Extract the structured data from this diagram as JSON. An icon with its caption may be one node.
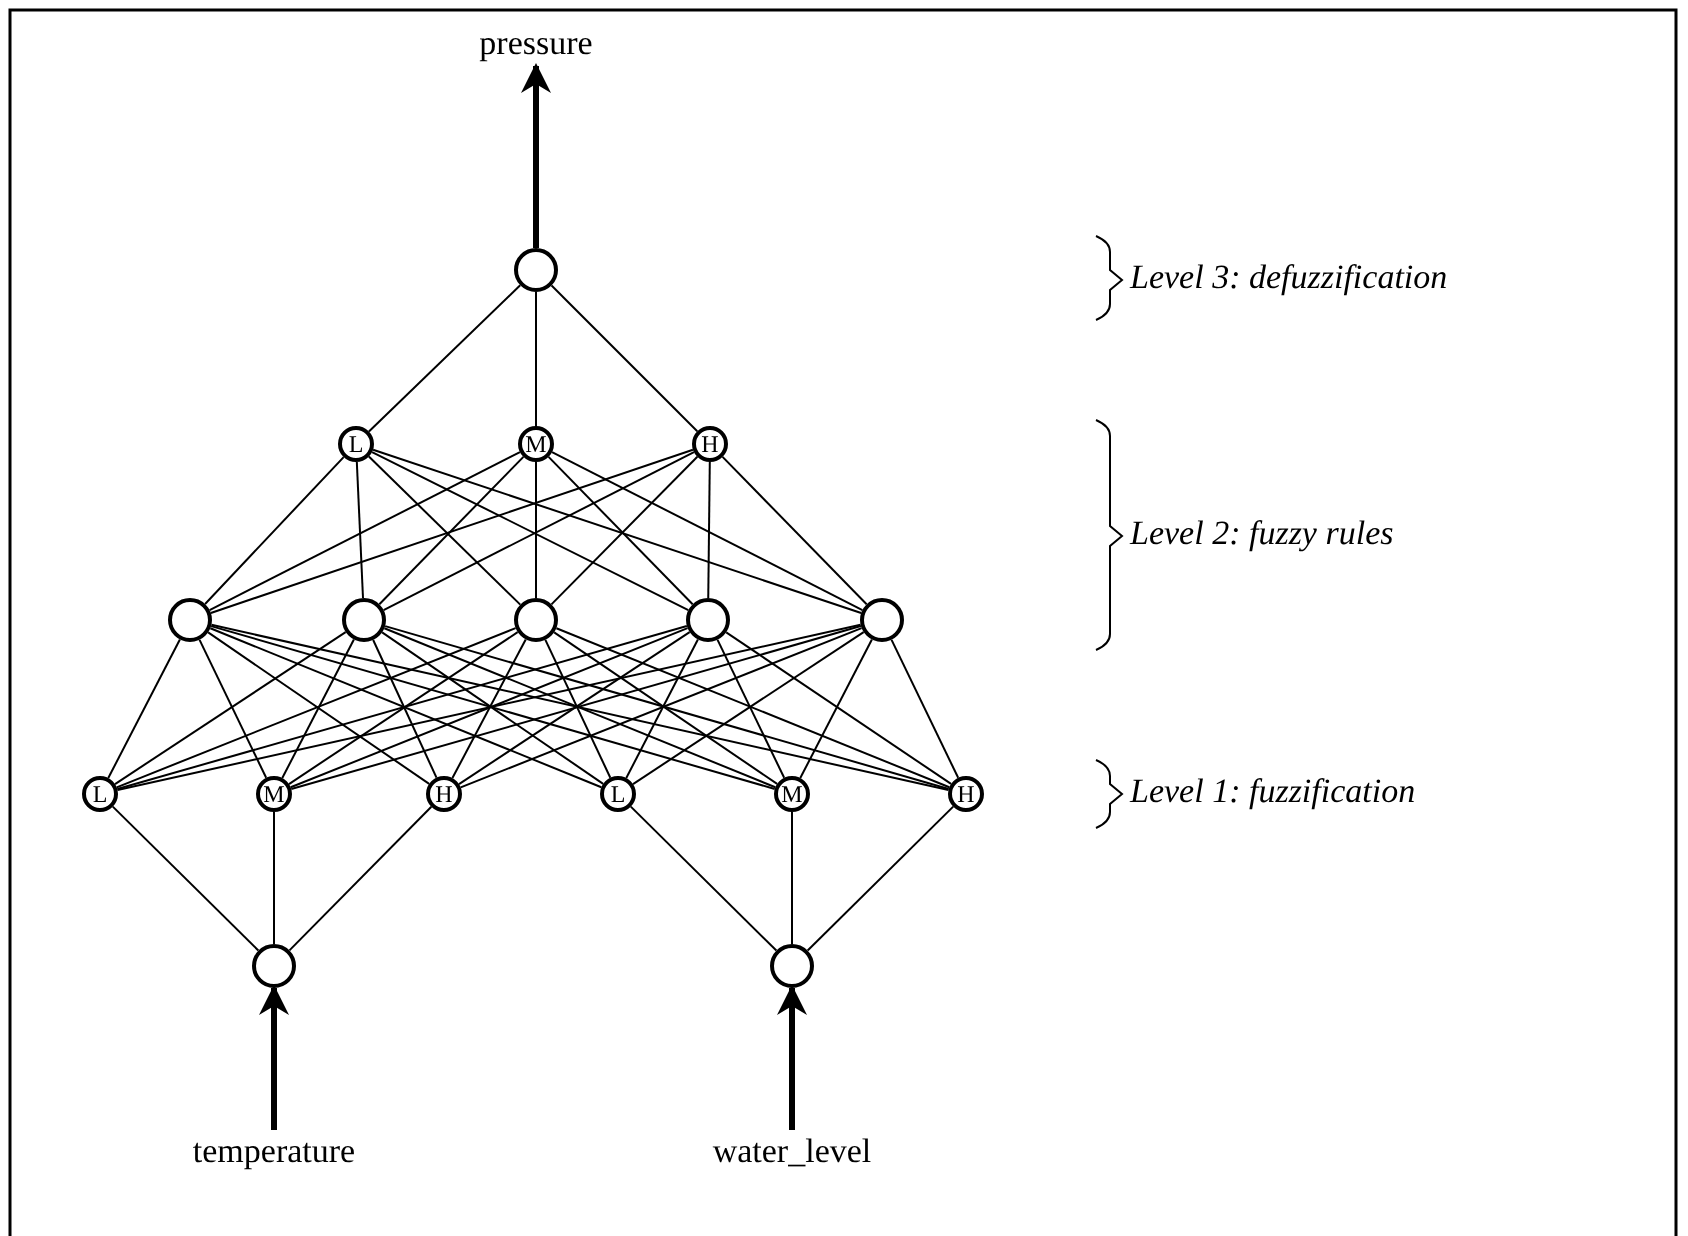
{
  "diagram": {
    "nodes": [
      {
        "text": [
          "pressure"
        ]
      },
      {
        "text": [],
        "shape": "circle"
      },
      {
        "text": [
          "L"
        ]
      },
      {
        "text": [
          "M"
        ]
      },
      {
        "text": [
          "H"
        ]
      },
      {
        "text": [],
        "shape": "circle"
      },
      {
        "text": [],
        "shape": "circle"
      },
      {
        "text": [],
        "shape": "circle"
      },
      {
        "text": [],
        "shape": "circle"
      },
      {
        "text": [],
        "shape": "circle"
      },
      {
        "text": [
          "L"
        ]
      },
      {
        "text": [
          "M"
        ]
      },
      {
        "text": [
          "H"
        ]
      },
      {
        "text": [
          "L"
        ]
      },
      {
        "text": [
          "M"
        ]
      },
      {
        "text": [
          "H"
        ]
      },
      {
        "text": [],
        "shape": "circle"
      },
      {
        "text": [],
        "shape": "circle"
      },
      {
        "text": [
          "temperature"
        ]
      },
      {
        "text": [
          "water_level"
        ]
      }
    ],
    "edges": [
      {
        "from": 1,
        "to": 0,
        "arrow": "to",
        "style": "thick"
      },
      {
        "from": 2,
        "to": 1,
        "arrow": "none"
      },
      {
        "from": 3,
        "to": 1,
        "arrow": "none"
      },
      {
        "from": 4,
        "to": 1,
        "arrow": "none"
      },
      {
        "from": 5,
        "to": 2,
        "arrow": "none"
      },
      {
        "from": 5,
        "to": 3,
        "arrow": "none"
      },
      {
        "from": 5,
        "to": 4,
        "arrow": "none"
      },
      {
        "from": 6,
        "to": 2,
        "arrow": "none"
      },
      {
        "from": 6,
        "to": 3,
        "arrow": "none"
      },
      {
        "from": 6,
        "to": 4,
        "arrow": "none"
      },
      {
        "from": 7,
        "to": 2,
        "arrow": "none"
      },
      {
        "from": 7,
        "to": 3,
        "arrow": "none"
      },
      {
        "from": 7,
        "to": 4,
        "arrow": "none"
      },
      {
        "from": 8,
        "to": 2,
        "arrow": "none"
      },
      {
        "from": 8,
        "to": 3,
        "arrow": "none"
      },
      {
        "from": 8,
        "to": 4,
        "arrow": "none"
      },
      {
        "from": 9,
        "to": 2,
        "arrow": "none"
      },
      {
        "from": 9,
        "to": 3,
        "arrow": "none"
      },
      {
        "from": 9,
        "to": 4,
        "arrow": "none"
      },
      {
        "from": 10,
        "to": 5,
        "arrow": "none"
      },
      {
        "from": 10,
        "to": 6,
        "arrow": "none"
      },
      {
        "from": 10,
        "to": 7,
        "arrow": "none"
      },
      {
        "from": 10,
        "to": 8,
        "arrow": "none"
      },
      {
        "from": 10,
        "to": 9,
        "arrow": "none"
      },
      {
        "from": 11,
        "to": 5,
        "arrow": "none"
      },
      {
        "from": 11,
        "to": 6,
        "arrow": "none"
      },
      {
        "from": 11,
        "to": 7,
        "arrow": "none"
      },
      {
        "from": 11,
        "to": 8,
        "arrow": "none"
      },
      {
        "from": 11,
        "to": 9,
        "arrow": "none"
      },
      {
        "from": 12,
        "to": 5,
        "arrow": "none"
      },
      {
        "from": 12,
        "to": 6,
        "arrow": "none"
      },
      {
        "from": 12,
        "to": 7,
        "arrow": "none"
      },
      {
        "from": 12,
        "to": 8,
        "arrow": "none"
      },
      {
        "from": 12,
        "to": 9,
        "arrow": "none"
      },
      {
        "from": 13,
        "to": 5,
        "arrow": "none"
      },
      {
        "from": 13,
        "to": 6,
        "arrow": "none"
      },
      {
        "from": 13,
        "to": 7,
        "arrow": "none"
      },
      {
        "from": 13,
        "to": 8,
        "arrow": "none"
      },
      {
        "from": 13,
        "to": 9,
        "arrow": "none"
      },
      {
        "from": 14,
        "to": 5,
        "arrow": "none"
      },
      {
        "from": 14,
        "to": 6,
        "arrow": "none"
      },
      {
        "from": 14,
        "to": 7,
        "arrow": "none"
      },
      {
        "from": 14,
        "to": 8,
        "arrow": "none"
      },
      {
        "from": 14,
        "to": 9,
        "arrow": "none"
      },
      {
        "from": 15,
        "to": 5,
        "arrow": "none"
      },
      {
        "from": 15,
        "to": 6,
        "arrow": "none"
      },
      {
        "from": 15,
        "to": 7,
        "arrow": "none"
      },
      {
        "from": 15,
        "to": 8,
        "arrow": "none"
      },
      {
        "from": 15,
        "to": 9,
        "arrow": "none"
      },
      {
        "from": 16,
        "to": 10,
        "arrow": "none"
      },
      {
        "from": 16,
        "to": 11,
        "arrow": "none"
      },
      {
        "from": 16,
        "to": 12,
        "arrow": "none"
      },
      {
        "from": 17,
        "to": 13,
        "arrow": "none"
      },
      {
        "from": 17,
        "to": 14,
        "arrow": "none"
      },
      {
        "from": 17,
        "to": 15,
        "arrow": "none"
      },
      {
        "from": 18,
        "to": 16,
        "arrow": "to",
        "style": "thick"
      },
      {
        "from": 19,
        "to": 17,
        "arrow": "to",
        "style": "thick"
      }
    ],
    "labels": [
      "Level 3: defuzzification",
      "Level 2: fuzzy rules",
      "Level 1: fuzzification"
    ]
  }
}
